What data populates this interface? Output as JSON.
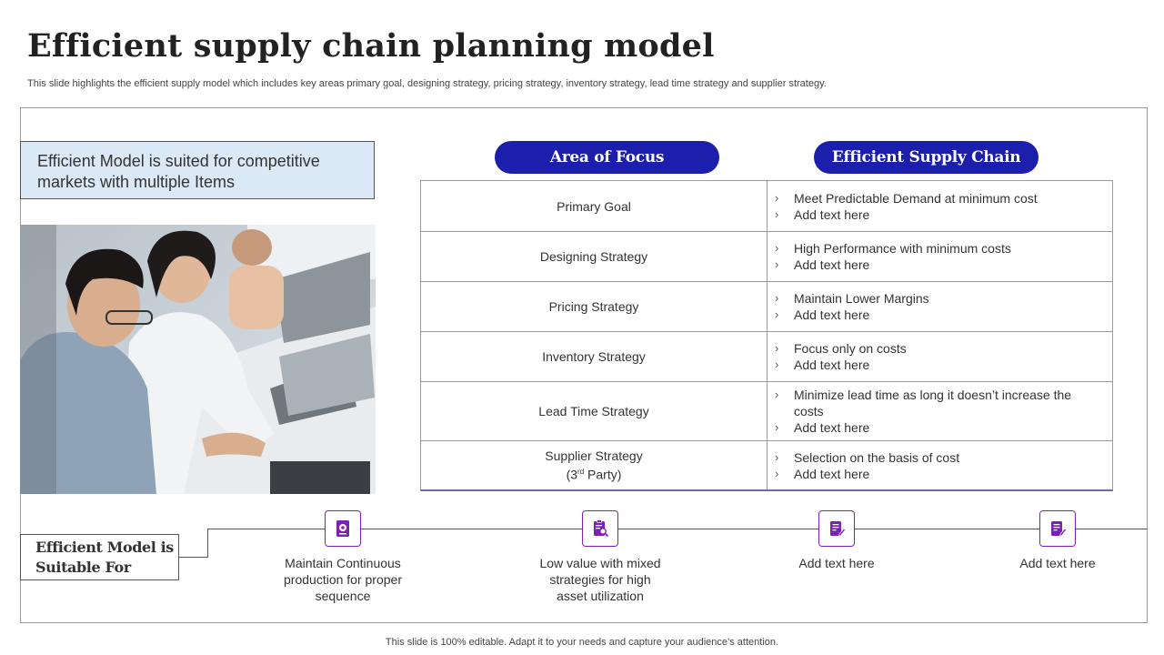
{
  "title": "Efficient supply chain planning model",
  "subtitle": "This slide highlights the efficient supply model which includes key areas primary goal, designing strategy, pricing strategy, inventory strategy, lead time strategy and supplier strategy.",
  "callout": "Efficient Model is suited for competitive markets with multiple Items",
  "headers": {
    "left": "Area of Focus",
    "right": "Efficient Supply Chain"
  },
  "rows": [
    {
      "area": "Primary Goal",
      "points": [
        "Meet Predictable Demand at minimum cost",
        "Add text here"
      ]
    },
    {
      "area": "Designing Strategy",
      "points": [
        "High Performance with minimum costs",
        "Add text here"
      ]
    },
    {
      "area": "Pricing Strategy",
      "points": [
        "Maintain Lower Margins",
        "Add text here"
      ]
    },
    {
      "area": "Inventory Strategy",
      "points": [
        "Focus only on costs",
        "Add text here"
      ]
    },
    {
      "area": "Lead Time Strategy",
      "points": [
        "Minimize lead time as long it doesn’t increase the costs",
        "Add text here"
      ]
    },
    {
      "area": "Supplier Strategy",
      "area_sub_pre": "(3",
      "area_sub_sup": "rd",
      "area_sub_post": " Party)",
      "points": [
        "Selection on the basis of cost",
        "Add text here"
      ]
    }
  ],
  "bullet_glyph": "›",
  "suitable_label": "Efficient Model is Suitable For",
  "bottom_items": [
    {
      "icon": "gear-document-icon",
      "text": "Maintain Continuous production for proper sequence"
    },
    {
      "icon": "clipboard-search-icon",
      "text": "Low value with mixed strategies for high asset utilization"
    },
    {
      "icon": "document-edit-icon",
      "text": "Add text here"
    },
    {
      "icon": "document-edit-icon",
      "text": "Add text here"
    }
  ],
  "footer": "This slide is 100% editable. Adapt it to your needs and capture your audience’s attention.",
  "colors": {
    "accent_blue": "#1b1fab",
    "icon_purple": "#7a22b4",
    "callout_bg": "#dbe8f6"
  }
}
